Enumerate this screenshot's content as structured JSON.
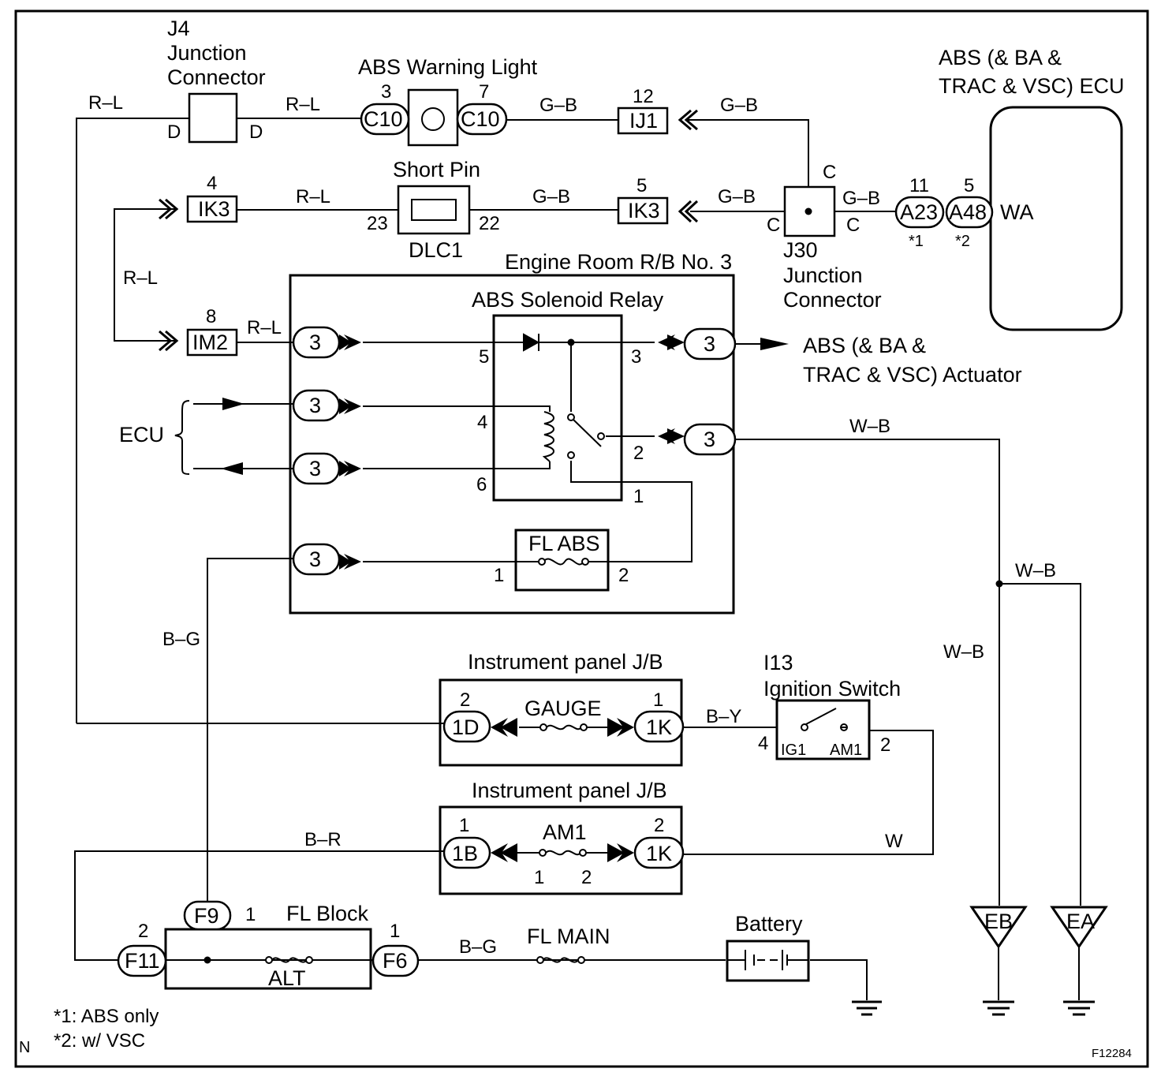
{
  "labels": {
    "j4_id": "J4",
    "j4_line1": "Junction",
    "j4_line2": "Connector",
    "warning_light": "ABS Warning Light",
    "ecu_line1": "ABS (& BA &",
    "ecu_line2": "TRAC & VSC) ECU",
    "short_pin": "Short Pin",
    "dlc1": "DLC1",
    "engine_rb": "Engine Room R/B No. 3",
    "solenoid_relay": "ABS Solenoid Relay",
    "j30_id": "J30",
    "j30_line1": "Junction",
    "j30_line2": "Connector",
    "actuator_line1": "ABS (& BA &",
    "actuator_line2": "TRAC & VSC) Actuator",
    "ecu_side": "ECU",
    "fl_abs": "FL ABS",
    "ip_jb_1": "Instrument panel J/B",
    "ip_jb_2": "Instrument panel J/B",
    "gauge": "GAUGE",
    "am1": "AM1",
    "i13_id": "I13",
    "ignition_switch": "Ignition Switch",
    "ig1": "IG1",
    "am1_sw": "AM1",
    "fl_block": "FL Block",
    "alt": "ALT",
    "fl_main": "FL MAIN",
    "battery": "Battery",
    "eb": "EB",
    "ea": "EA",
    "wa": "WA"
  },
  "connectors": {
    "c10_left": "C10",
    "c10_right": "C10",
    "ij1": "IJ1",
    "ik3_left": "IK3",
    "ik3_right": "IK3",
    "im2": "IM2",
    "a23": "A23",
    "a48": "A48",
    "r3": "3",
    "d1": "1D",
    "k1": "1K",
    "b1": "1B",
    "k1b": "1K",
    "f9": "F9",
    "f11": "F11",
    "f6": "F6"
  },
  "pins": {
    "c10_l": "3",
    "c10_r": "7",
    "ij1": "12",
    "ik3_l": "4",
    "ik3_r": "5",
    "im2": "8",
    "a23": "11",
    "a48": "5",
    "dlc_23": "23",
    "dlc_22": "22",
    "j4_d_l": "D",
    "j4_d_r": "D",
    "j30_c_top": "C",
    "j30_c_left": "C",
    "j30_c_right": "C",
    "relay_5": "5",
    "relay_3": "3",
    "relay_4": "4",
    "relay_2": "2",
    "relay_6": "6",
    "relay_1": "1",
    "flabs_1": "1",
    "flabs_2": "2",
    "gauge_2": "2",
    "gauge_1": "1",
    "am1_1": "1",
    "am1_2": "2",
    "am1_b1": "1",
    "am1_b2": "2",
    "ign_4": "4",
    "ign_2": "2",
    "f9_1": "1",
    "f11_2": "2",
    "f6_1": "1"
  },
  "wires": {
    "rl_1": "R–L",
    "rl_2": "R–L",
    "rl_3": "R–L",
    "rl_4": "R–L",
    "rl_5": "R–L",
    "gb_1": "G–B",
    "gb_2": "G–B",
    "gb_3": "G–B",
    "gb_4": "G–B",
    "gb_5": "G–B",
    "wb_1": "W–B",
    "wb_2": "W–B",
    "wb_3": "W–B",
    "bg_1": "B–G",
    "bg_2": "B–G",
    "by": "B–Y",
    "br": "B–R",
    "w": "W"
  },
  "footnotes": {
    "n1_mark": "*1",
    "n2_mark": "*2",
    "note1": "*1: ABS only",
    "note2": "*2: w/ VSC",
    "corner": "N",
    "fig": "F12284"
  }
}
